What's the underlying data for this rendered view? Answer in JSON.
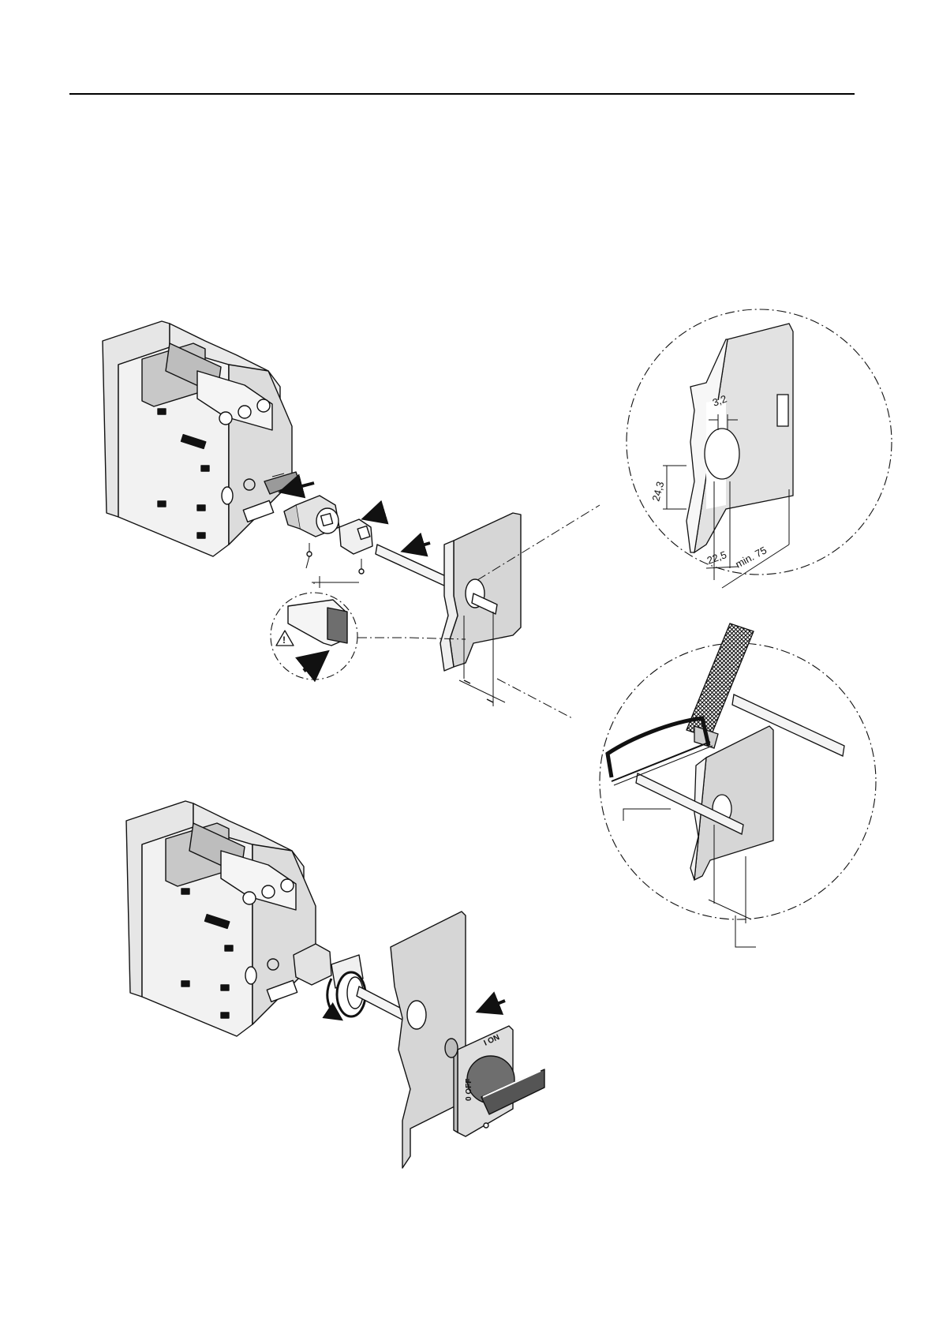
{
  "detail_top": {
    "dim_slot_width": "3,2",
    "dim_hole_height": "24,3",
    "dim_hole_offset": "22,5",
    "dim_min_distance": "min. 75"
  },
  "handle": {
    "on_label": "I ON",
    "off_label": "0 OFF"
  },
  "colors": {
    "line": "#111111",
    "panel_fill": "#d9d9d9",
    "housing_fill": "#ececec",
    "shadow_fill": "#bdbdbd",
    "dark_fill": "#6e6e6e"
  },
  "icons": [
    "warning-triangle-icon",
    "push-arrow-icon",
    "rotation-arrow-icon",
    "saw-icon"
  ]
}
